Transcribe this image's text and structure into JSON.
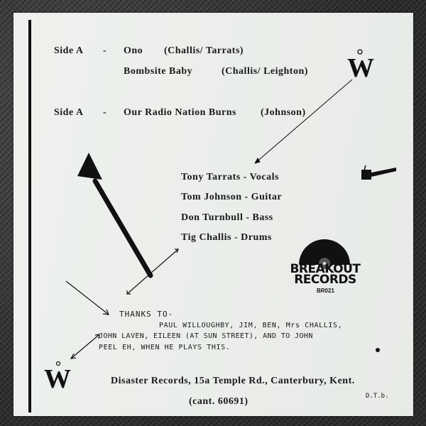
{
  "tracks": [
    {
      "side": "Side A",
      "dash": "-",
      "title": "Ono",
      "credit": "(Challis/ Tarrats)"
    },
    {
      "title": "Bombsite Baby",
      "credit": "(Challis/ Leighton)"
    },
    {
      "side": "Side A",
      "dash": "-",
      "title": "Our Radio Nation Burns",
      "credit": "(Johnson)"
    }
  ],
  "members": [
    "Tony Tarrats - Vocals",
    "Tom Johnson - Guitar",
    "Don Turnbull - Bass",
    "Tig Challis - Drums"
  ],
  "logo": {
    "line1": "BREAKOUT",
    "line2": "RECORDS",
    "catalog": "BR021"
  },
  "thanks": {
    "line1": "THANKS  TO-",
    "line2": "PAUL WILLOUGHBY, JIM, BEN, Mrs CHALLIS,",
    "line3": "JOHN LAVEN, EILEEN (AT SUN STREET), AND TO JOHN",
    "line4": "PEEL EH, WHEN HE PLAYS THIS."
  },
  "mark": "W",
  "address": "Disaster Records, 15a Temple Rd., Canterbury, Kent.",
  "phone": "(cant. 60691)",
  "signature": "D.T.b."
}
